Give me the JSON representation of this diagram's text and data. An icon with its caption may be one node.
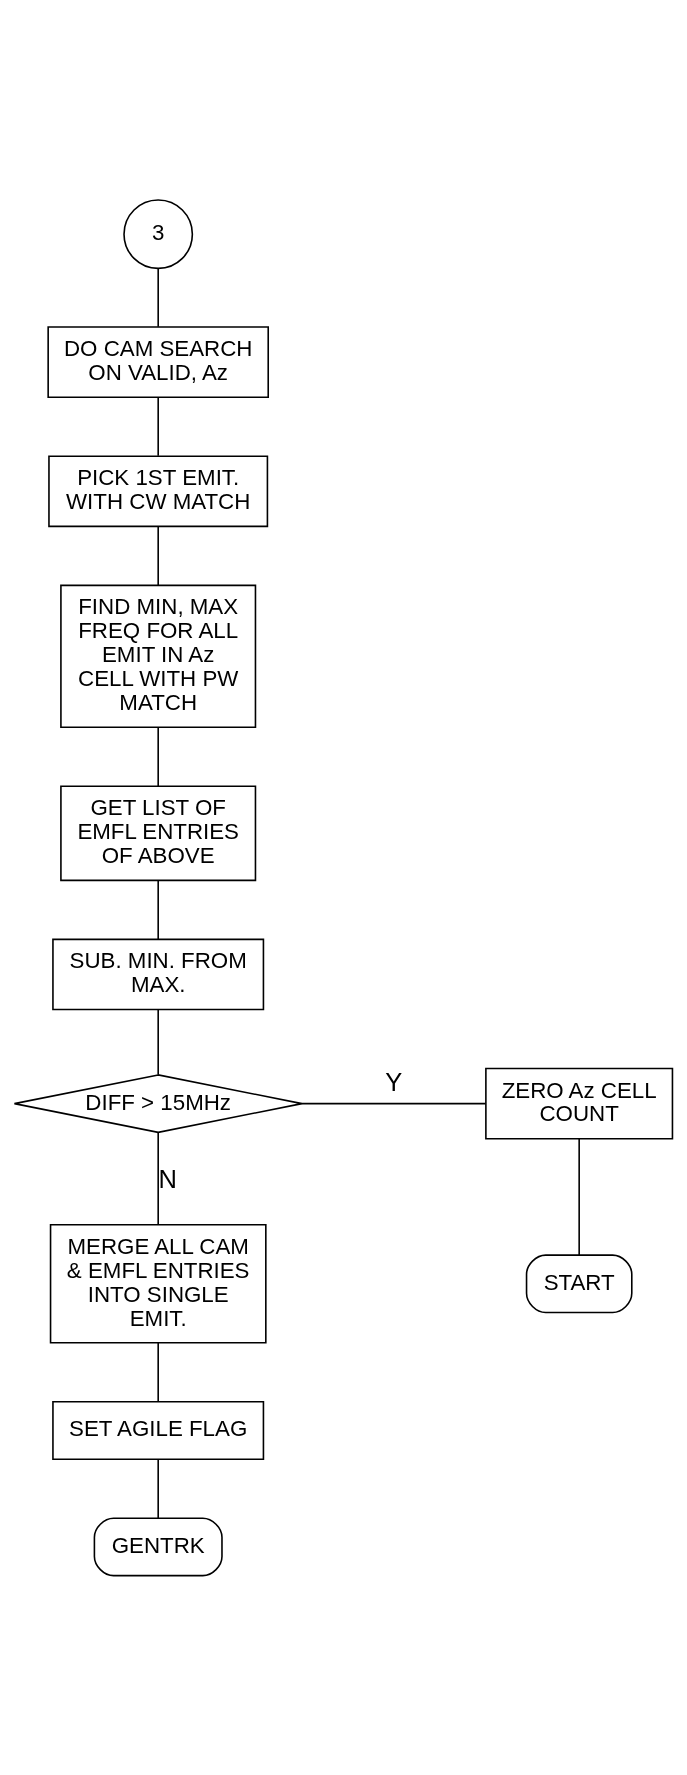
{
  "diagram": {
    "nodes": [
      {
        "text": [
          "3"
        ]
      },
      {
        "text": [
          "DO CAM SEARCH ON VALID, Az"
        ]
      },
      {
        "text": [
          "PICK 1ST EMIT. WITH CW MATCH"
        ]
      },
      {
        "text": [
          "FIND MIN, MAX FREQ FOR ALL EMIT IN Az CELL WITH PW MATCH"
        ]
      },
      {
        "text": [
          "GET LIST OF EMFL ENTRIES OF ABOVE"
        ]
      },
      {
        "text": [
          "SUB. MIN. FROM MAX."
        ]
      },
      {
        "text": [
          "DIFF > 15MHz"
        ]
      },
      {
        "text": [
          "ZERO Az CELL COUNT"
        ]
      },
      {
        "text": [
          "START"
        ]
      },
      {
        "text": [
          "MERGE ALL CAM & EMFL ENTRIES INTO SINGLE EMIT."
        ]
      },
      {
        "text": [
          "SET AGILE FLAG"
        ]
      },
      {
        "text": [
          "GENTRK"
        ]
      }
    ],
    "edges": [
      {
        "from": 0,
        "to": 1,
        "arrow": "none"
      },
      {
        "from": 1,
        "to": 2,
        "arrow": "none"
      },
      {
        "from": 2,
        "to": 3,
        "arrow": "none"
      },
      {
        "from": 3,
        "to": 4,
        "arrow": "none"
      },
      {
        "from": 4,
        "to": 5,
        "arrow": "none"
      },
      {
        "from": 5,
        "to": 6,
        "arrow": "none"
      },
      {
        "from": 6,
        "to": 7,
        "arrow": "none",
        "label": "Y"
      },
      {
        "from": 7,
        "to": 8,
        "arrow": "none"
      },
      {
        "from": 6,
        "to": 9,
        "arrow": "none",
        "label": "N"
      },
      {
        "from": 9,
        "to": 10,
        "arrow": "none"
      },
      {
        "from": 10,
        "to": 11,
        "arrow": "none"
      }
    ]
  }
}
